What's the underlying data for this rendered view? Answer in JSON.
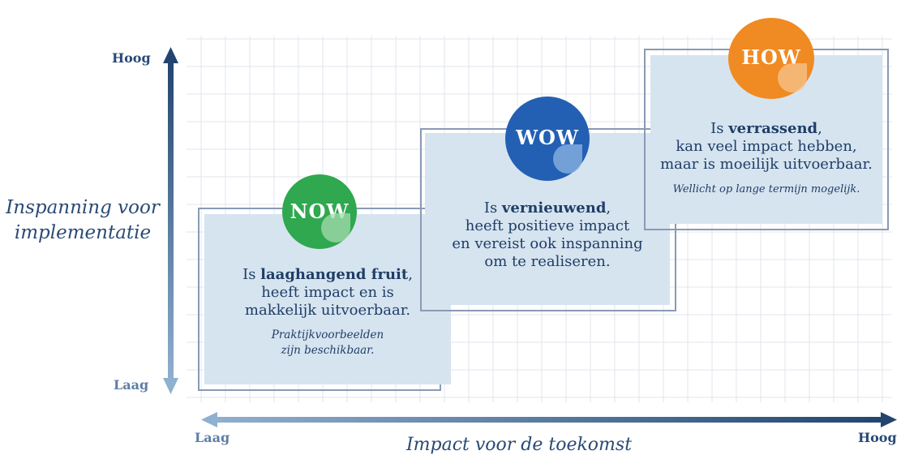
{
  "axes": {
    "y_high": "Hoog",
    "y_low": "Laag",
    "y_title_line1": "Inspanning voor",
    "y_title_line2": "implementatie",
    "x_low": "Laag",
    "x_high": "Hoog",
    "x_title": "Impact voor de toekomst"
  },
  "cards": {
    "now": {
      "badge": "NOW",
      "pre": "Is ",
      "bold": "laaghangend fruit",
      "post": ",",
      "line2": "heeft impact en is",
      "line3": "makkelijk uitvoerbaar.",
      "note1": "Praktijkvoorbeelden",
      "note2": "zijn beschikbaar."
    },
    "wow": {
      "badge": "WOW",
      "pre": "Is ",
      "bold": "vernieuwend",
      "post": ",",
      "line2": "heeft positieve impact",
      "line3": "en vereist ook inspanning",
      "line4": "om te realiseren."
    },
    "how": {
      "badge": "HOW",
      "pre": "Is ",
      "bold": "verrassend",
      "post": ",",
      "line2": "kan veel impact hebben,",
      "line3": "maar is moeilijk uitvoerbaar.",
      "note1": "Wellicht op lange termijn mogelijk."
    }
  },
  "colors": {
    "now": "#2fa84f",
    "wow": "#2360b3",
    "how": "#f08a23",
    "box_fill": "#d6e4f0",
    "grid": "#e1e6ec",
    "axis_dark": "#23446f",
    "axis_light": "#8fb0cf"
  }
}
